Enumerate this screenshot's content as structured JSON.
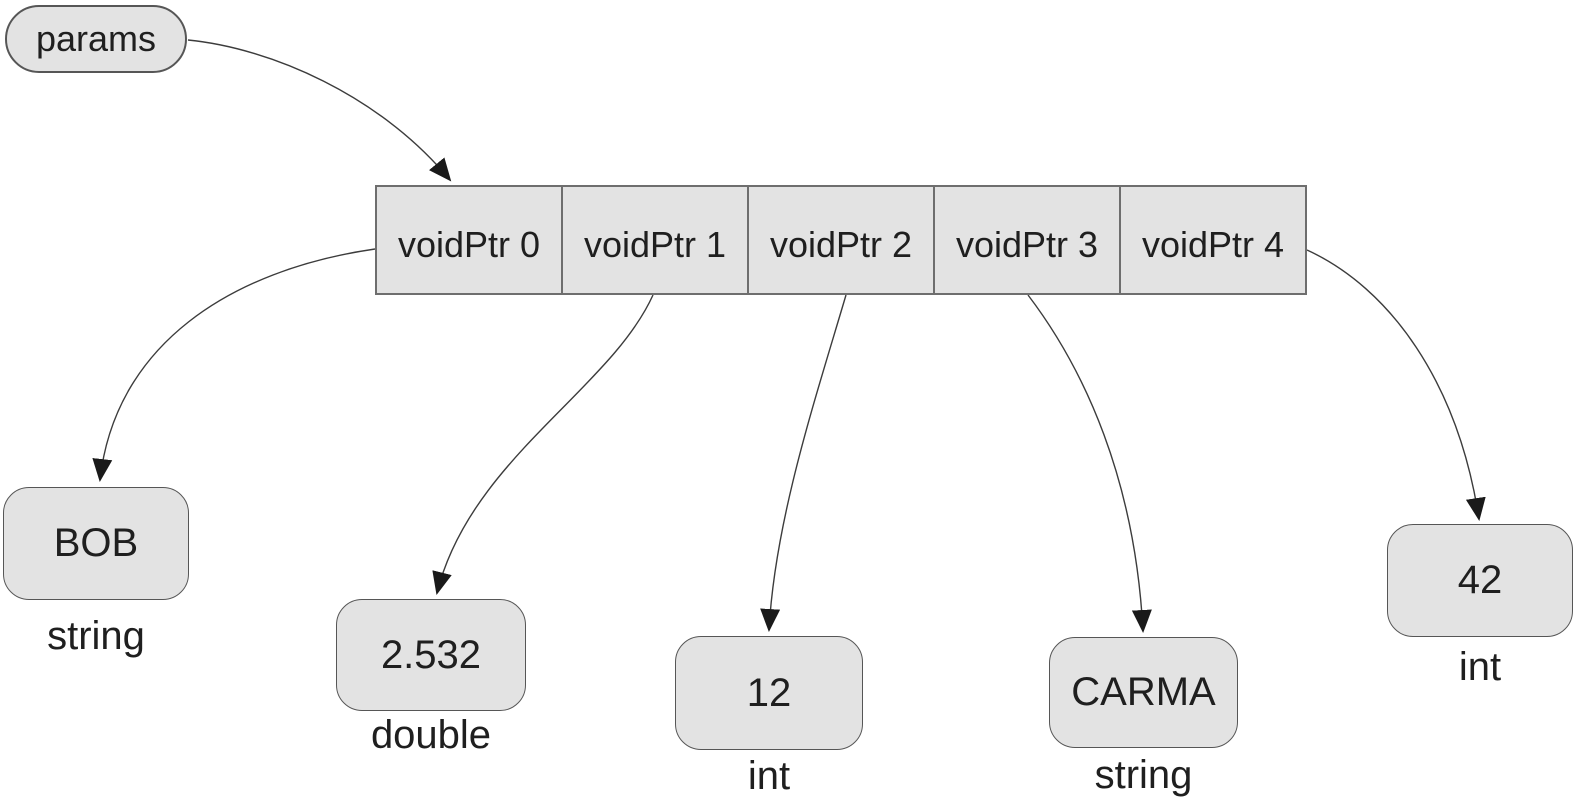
{
  "diagram": {
    "root_label": "params",
    "array_cells": [
      {
        "label": "voidPtr 0"
      },
      {
        "label": "voidPtr 1"
      },
      {
        "label": "voidPtr 2"
      },
      {
        "label": "voidPtr 3"
      },
      {
        "label": "voidPtr 4"
      }
    ],
    "values": [
      {
        "value": "BOB",
        "type": "string"
      },
      {
        "value": "2.532",
        "type": "double"
      },
      {
        "value": "12",
        "type": "int"
      },
      {
        "value": "CARMA",
        "type": "string"
      },
      {
        "value": "42",
        "type": "int"
      }
    ],
    "colors": {
      "node_fill": "#e3e3e3",
      "node_border": "#565656",
      "array_border": "#6e6e6e",
      "arrow": "#3c3c3c",
      "text": "#1f1f1f",
      "background": "#ffffff"
    }
  }
}
